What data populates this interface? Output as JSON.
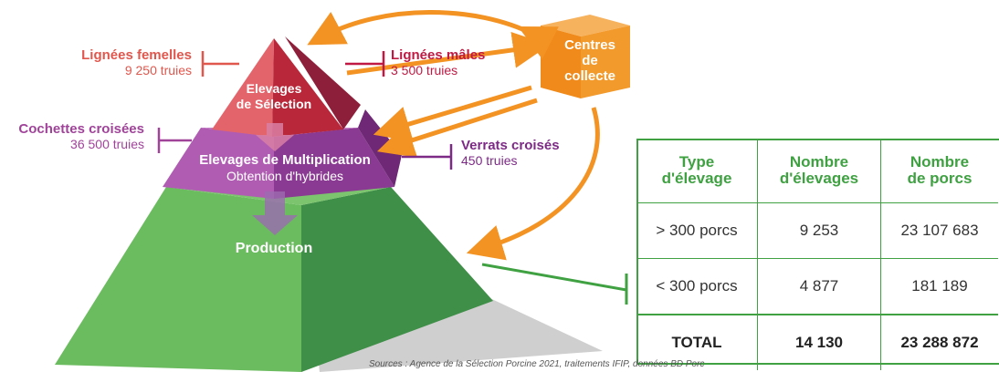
{
  "colors": {
    "production_green": "#62b55b",
    "production_dark": "#3f8f48",
    "multiplication_purple": "#a752a8",
    "selection_red": "#e05a62",
    "collecte_orange": "#f39323",
    "table_green": "#3fa142"
  },
  "pyramid": {
    "selection": {
      "line1": "Elevages",
      "line2": "de Sélection"
    },
    "multiplication": {
      "line1": "Elevages de Multiplication",
      "line2": "Obtention d'hybrides"
    },
    "production": "Production"
  },
  "collecte": {
    "line1": "Centres",
    "line2": "de",
    "line3": "collecte"
  },
  "labels": {
    "femelles": {
      "title": "Lignées femelles",
      "value": "9 250 truies"
    },
    "males": {
      "title": "Lignées mâles",
      "value": "3 500 truies"
    },
    "cochettes": {
      "title": "Cochettes croisées",
      "value": "36 500 truies"
    },
    "verrats": {
      "title": "Verrats croisés",
      "value": "450 truies"
    }
  },
  "table": {
    "headers": [
      {
        "line1": "Type",
        "line2": "d'élevage"
      },
      {
        "line1": "Nombre",
        "line2": "d'élevages"
      },
      {
        "line1": "Nombre",
        "line2": "de porcs"
      }
    ],
    "rows": [
      [
        "> 300 porcs",
        "9 253",
        "23 107 683"
      ],
      [
        "< 300 porcs",
        "4 877",
        "181 189"
      ]
    ],
    "total": [
      "TOTAL",
      "14 130",
      "23 288 872"
    ]
  },
  "source": "Sources : Agence de la Sélection Porcine 2021, traitements IFIP, données BD Porc"
}
